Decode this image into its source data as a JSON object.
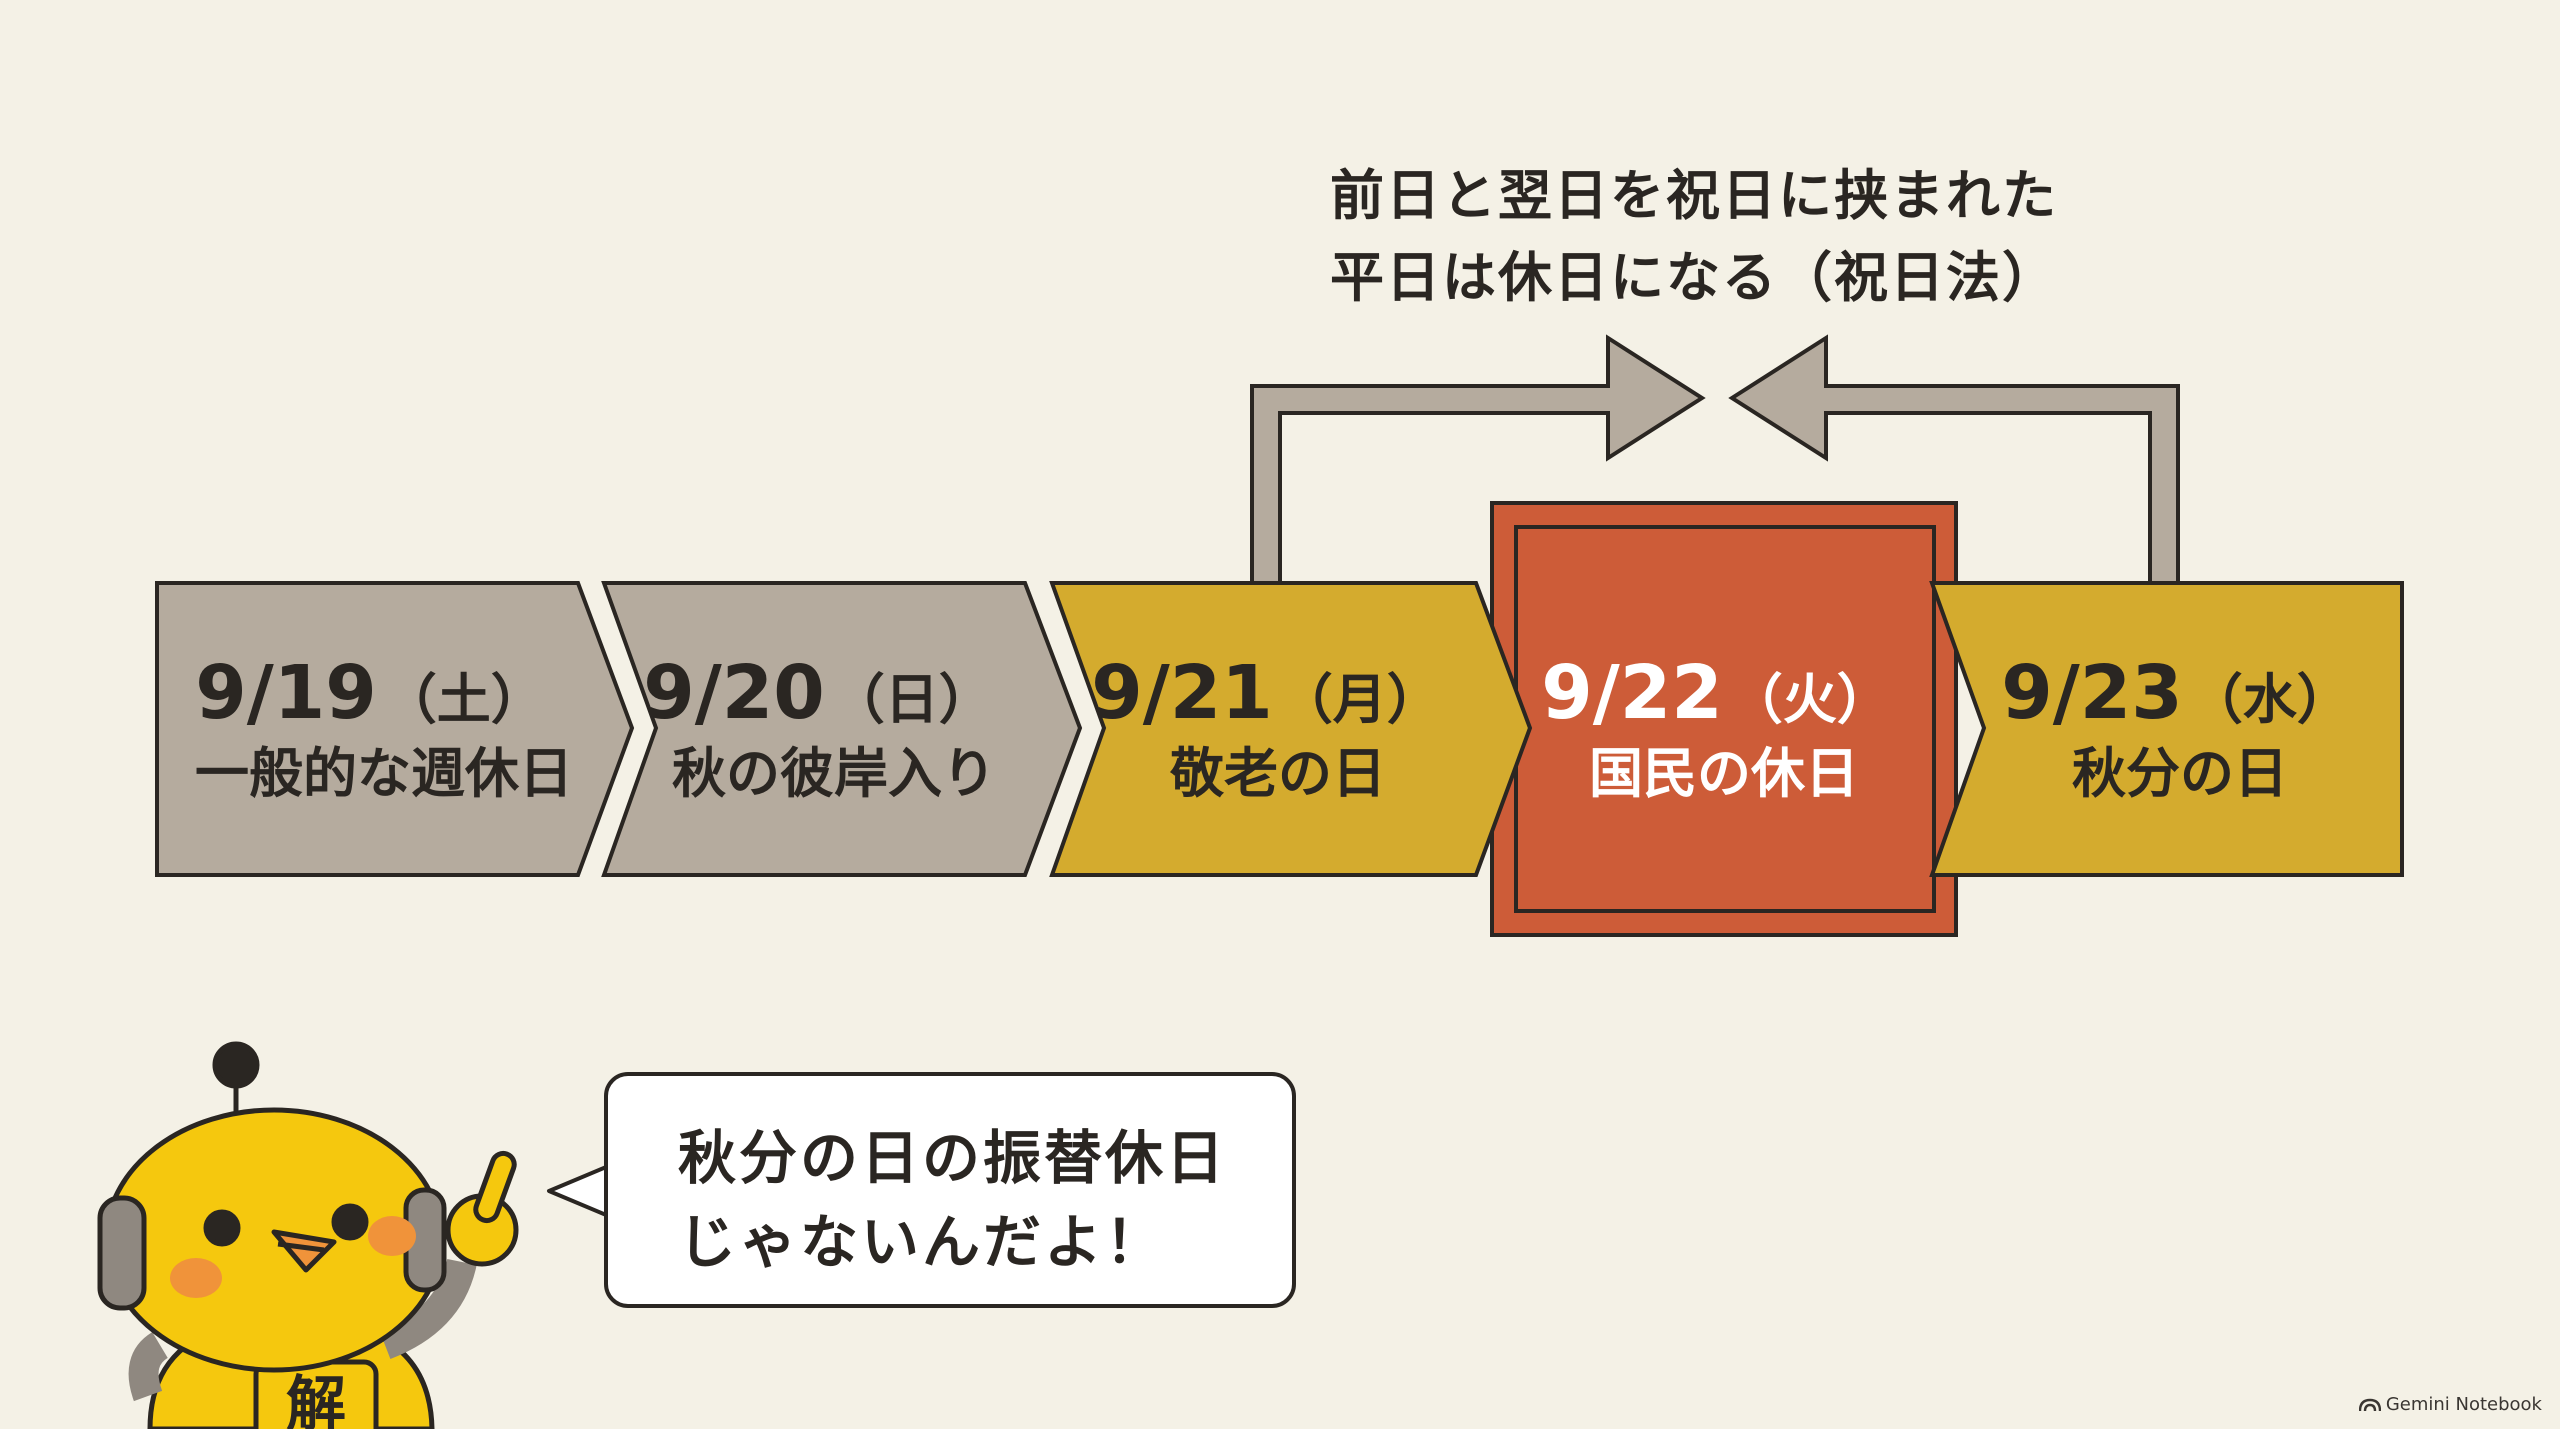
{
  "note": {
    "line1": "前日と翌日を祝日に挟まれた",
    "line2": "平日は休日になる（祝日法）"
  },
  "days": [
    {
      "date": "9/19",
      "weekday": "（土）",
      "label": "一般的な週休日",
      "kind": "weekend"
    },
    {
      "date": "9/20",
      "weekday": "（日）",
      "label": "秋の彼岸入り",
      "kind": "weekend"
    },
    {
      "date": "9/21",
      "weekday": "（月）",
      "label": "敬老の日",
      "kind": "holiday"
    },
    {
      "date": "9/22",
      "weekday": "（火）",
      "label": "国民の休日",
      "kind": "national"
    },
    {
      "date": "9/23",
      "weekday": "（水）",
      "label": "秋分の日",
      "kind": "holiday"
    }
  ],
  "mascot": {
    "badge": "解",
    "speech_line1": "秋分の日の振替休日",
    "speech_line2": "じゃないんだよ！"
  },
  "watermark": "Gemini Notebook",
  "colors": {
    "background": "#f4f1e6",
    "weekend": "#b5ab9e",
    "holiday": "#d4ab2e",
    "national": "#cd5c38",
    "arrow": "#b5ab9e",
    "outline": "#2a2622",
    "mascot": "#f5c80e"
  }
}
